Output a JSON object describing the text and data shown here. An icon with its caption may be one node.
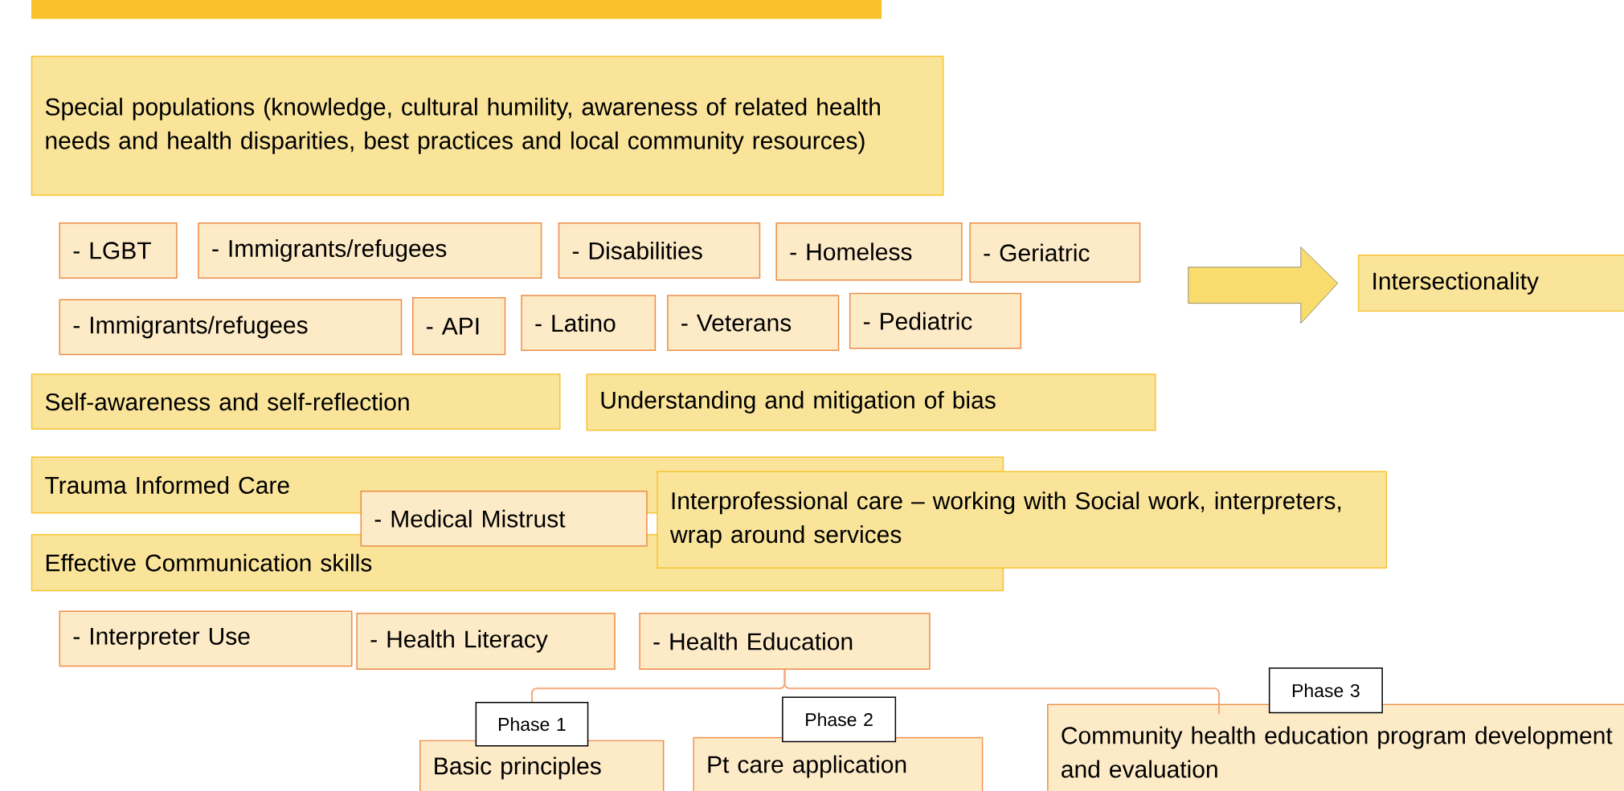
{
  "diagram": {
    "nodes": [
      {
        "text": [],
        "shape": "bar"
      },
      {
        "text": [
          "Special populations (knowledge, cultural humility, awareness of related health needs and health disparities, best practices and local community resources)"
        ]
      },
      {
        "text": [
          "- LGBT"
        ]
      },
      {
        "text": [
          "- Immigrants/refugees"
        ]
      },
      {
        "text": [
          "- Disabilities"
        ]
      },
      {
        "text": [
          "- Homeless"
        ]
      },
      {
        "text": [
          "- Geriatric"
        ]
      },
      {
        "text": [
          "- Immigrants/refugees"
        ]
      },
      {
        "text": [
          "- API"
        ]
      },
      {
        "text": [
          "- Latino"
        ]
      },
      {
        "text": [
          "- Veterans"
        ]
      },
      {
        "text": [
          "- Pediatric"
        ]
      },
      {
        "text": [
          "Intersectionality"
        ]
      },
      {
        "text": [
          "Self-awareness and self-reflection"
        ]
      },
      {
        "text": [
          "Understanding and mitigation of bias"
        ]
      },
      {
        "text": [
          "Trauma Informed Care"
        ]
      },
      {
        "text": [
          "- Medical Mistrust"
        ]
      },
      {
        "text": [
          "Interprofessional care – working with Social work, interpreters, wrap around services"
        ]
      },
      {
        "text": [
          "Effective Communication skills"
        ]
      },
      {
        "text": [
          "- Interpreter Use"
        ]
      },
      {
        "text": [
          "- Health Literacy"
        ]
      },
      {
        "text": [
          "- Health Education"
        ]
      },
      {
        "text": [
          "Phase 1"
        ]
      },
      {
        "text": [
          "Basic principles"
        ]
      },
      {
        "text": [
          "Phase 2"
        ]
      },
      {
        "text": [
          "Pt care application"
        ]
      },
      {
        "text": [
          "Phase 3"
        ]
      },
      {
        "text": [
          "Community health education program development and evaluation"
        ]
      }
    ],
    "edges": [
      {
        "from": null,
        "to": 12,
        "arrow": "to"
      },
      {
        "from": 21,
        "to": 22,
        "arrow": "none"
      },
      {
        "from": 21,
        "to": 27,
        "arrow": "none"
      }
    ]
  }
}
